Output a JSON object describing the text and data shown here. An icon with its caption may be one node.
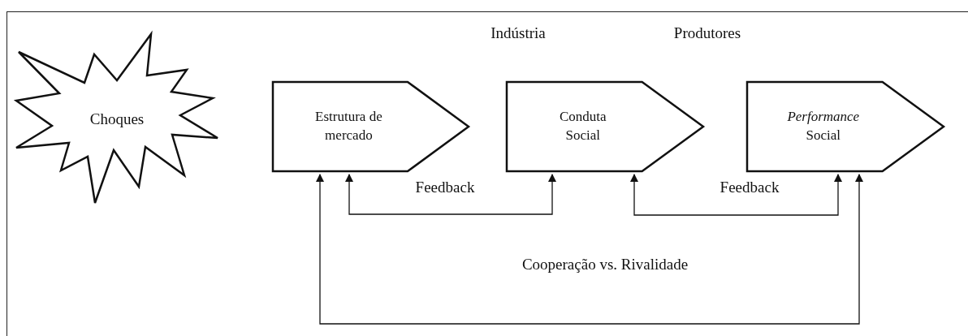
{
  "diagram": {
    "nodes": [
      {
        "text": [
          "Choques"
        ]
      },
      {
        "text": [
          "Estrutura de mercado"
        ]
      },
      {
        "text": [
          "Conduta Social"
        ]
      },
      {
        "text": [
          "*Performance* Social"
        ]
      }
    ],
    "edges": [
      {
        "from": 2,
        "to": 1,
        "arrow": "both",
        "label": "Feedback"
      },
      {
        "from": 3,
        "to": 2,
        "arrow": "both",
        "label": "Feedback"
      },
      {
        "from": 3,
        "to": 1,
        "arrow": "both",
        "label": "Cooperação vs. Rivalidade"
      }
    ],
    "labels": [
      "Indústria",
      "Produtores"
    ]
  }
}
